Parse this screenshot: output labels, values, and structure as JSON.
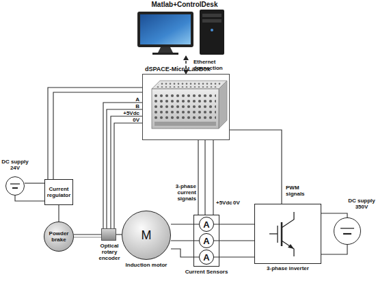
{
  "diagram": {
    "nodes": [
      {
        "text": [
          "Matlab+ControlDesk"
        ]
      },
      {
        "text": [
          "dSPACE-MicroLabBox"
        ]
      },
      {
        "text": [
          "DC supply 24V"
        ]
      },
      {
        "text": [
          "Current regulator"
        ]
      },
      {
        "text": [
          "Powder brake"
        ]
      },
      {
        "text": [
          "Optical rotary encoder"
        ]
      },
      {
        "text": [
          "M",
          "Induction motor"
        ]
      },
      {
        "text": [
          "Current Sensors"
        ]
      },
      {
        "text": [
          "A"
        ],
        "in": 7
      },
      {
        "text": [
          "A"
        ],
        "in": 7
      },
      {
        "text": [
          "A"
        ],
        "in": 7
      },
      {
        "text": [
          "3-phase inverter"
        ]
      },
      {
        "text": [
          "DC supply 350V"
        ]
      }
    ],
    "edges": [
      {
        "from": 0,
        "to": 1,
        "arrow": "both",
        "label": "Ethernet connection"
      },
      {
        "from": 1,
        "to": 3,
        "arrow": "none"
      },
      {
        "from": 1,
        "to": 3,
        "arrow": "none"
      },
      {
        "from": 1,
        "to": 5,
        "arrow": "none",
        "label": "A"
      },
      {
        "from": 1,
        "to": 5,
        "arrow": "none",
        "label": "B"
      },
      {
        "from": 1,
        "to": 5,
        "arrow": "none",
        "label": "+5Vdc"
      },
      {
        "from": 1,
        "to": 5,
        "arrow": "none",
        "label": "0V"
      },
      {
        "from": 2,
        "to": 3,
        "arrow": "none"
      },
      {
        "from": 2,
        "to": 3,
        "arrow": "none"
      },
      {
        "from": 3,
        "to": 4,
        "arrow": "none"
      },
      {
        "from": 4,
        "to": 5,
        "arrow": "none"
      },
      {
        "from": 5,
        "to": 6,
        "arrow": "none"
      },
      {
        "from": 1,
        "to": 7,
        "arrow": "none",
        "label": "3-phase current signals"
      },
      {
        "from": 1,
        "to": 7,
        "arrow": "none",
        "label": "+5Vdc"
      },
      {
        "from": 1,
        "to": 7,
        "arrow": "none",
        "label": "0V"
      },
      {
        "from": 6,
        "to": 8,
        "arrow": "none"
      },
      {
        "from": 6,
        "to": 9,
        "arrow": "none"
      },
      {
        "from": 6,
        "to": 10,
        "arrow": "none"
      },
      {
        "from": 8,
        "to": 11,
        "arrow": "none"
      },
      {
        "from": 9,
        "to": 11,
        "arrow": "none"
      },
      {
        "from": 10,
        "to": 11,
        "arrow": "none"
      },
      {
        "from": 1,
        "to": 11,
        "arrow": "none",
        "label": "PWM signals"
      },
      {
        "from": 11,
        "to": 12,
        "arrow": "none"
      },
      {
        "from": 11,
        "to": 12,
        "arrow": "none"
      }
    ]
  }
}
